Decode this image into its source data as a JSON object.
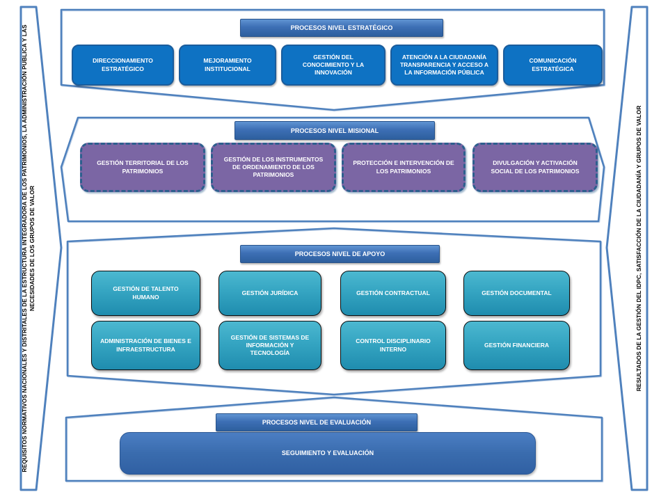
{
  "banners": {
    "left": "REQUISITOS NORMATIVOS NACIONALES Y DISTRITALES DE LA ESTRUCTURA INTEGRADORA DE LOS PATRIMONIOS, LA ADMINISTRACIÓN PUBLICA Y LAS NECESIDADES DE LOS GRUPOS DE VALOR",
    "right": "RESULTADOS DE LA GESTIÓN DEL IDPC, SATISFACCIÓN DE LA CIUDADANÍA Y GRUPOS DE VALOR"
  },
  "bands": {
    "estrategico": {
      "header": "PROCESOS NIVEL ESTRATÉGICO",
      "boxes": [
        "DIRECCIONAMIENTO ESTRATÉGICO",
        "MEJORAMIENTO INSTITUCIONAL",
        "GESTIÓN DEL CONOCIMIENTO Y LA INNOVACIÓN",
        "ATENCIÓN A LA CIUDADANÍA TRANSPARENCIA Y ACCESO A LA INFORMACIÓN PÚBLICA",
        "COMUNICACIÓN ESTRATÉGICA"
      ]
    },
    "misional": {
      "header": "PROCESOS NIVEL MISIONAL",
      "boxes": [
        "GESTIÓN TERRITORIAL DE LOS PATRIMONIOS",
        "GESTIÓN DE LOS INSTRUMENTOS DE ORDENAMIENTO DE LOS PATRIMONIOS",
        "PROTECCIÓN E INTERVENCIÓN DE LOS PATRIMONIOS",
        "DIVULGACIÓN Y ACTIVACIÓN SOCIAL DE LOS PATRIMONIOS"
      ]
    },
    "apoyo": {
      "header": "PROCESOS NIVEL DE APOYO",
      "row1": [
        "GESTIÓN DE TALENTO HUMANO",
        "GESTIÓN JURÍDICA",
        "GESTIÓN CONTRACTUAL",
        "GESTIÓN DOCUMENTAL"
      ],
      "row2": [
        "ADMINISTRACIÓN DE BIENES E INFRAESTRUCTURA",
        "GESTIÓN DE SISTEMAS DE INFORMACIÓN Y TECNOLOGÍA",
        "CONTROL DISCIPLINARIO INTERNO",
        "GESTIÓN FINANCIERA"
      ]
    },
    "evaluacion": {
      "header": "PROCESOS NIVEL DE EVALUACIÓN",
      "box": "SEGUIMIENTO Y EVALUACIÓN"
    }
  },
  "colors": {
    "band_outline": "#4f81bd",
    "header_bar": "#3d6fb5",
    "strategic_box": "#0e72c3",
    "strategic_border": "#1a5c9c",
    "misional_box": "#7b66a4",
    "misional_dash_border": "#2d5f8e",
    "apoyo_box_top": "#4cb8d0",
    "apoyo_box_bottom": "#1f8cae",
    "apoyo_border": "#0c0c0c",
    "evaluacion_box": "#3a6cae",
    "text_on_boxes": "#ffffff",
    "banner_text": "#000000"
  }
}
